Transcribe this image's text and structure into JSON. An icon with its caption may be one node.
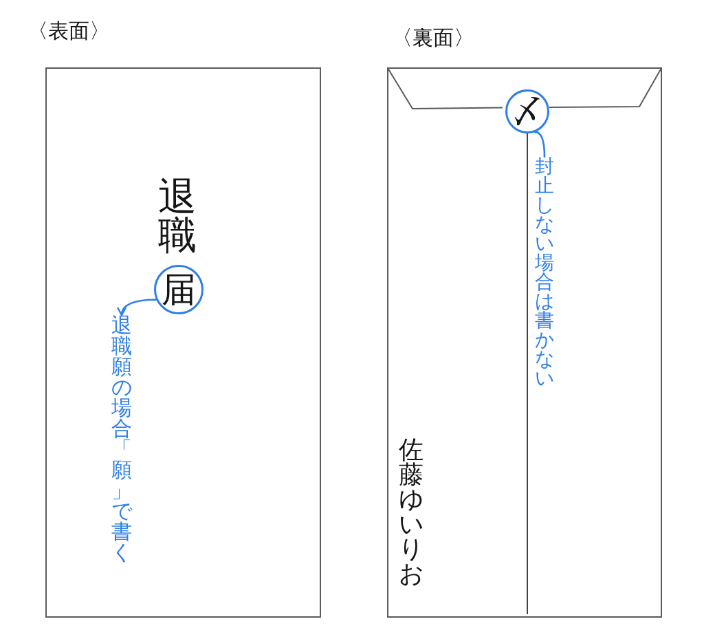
{
  "diagram": {
    "nodes": [
      {
        "text": [
          "〈表面〉",
          "退職"
        ]
      },
      {
        "text": [
          "届"
        ],
        "in": 0
      },
      {
        "text": [
          "退職願の場合「願」で書く"
        ],
        "in": 0
      },
      {
        "text": [
          "〈裏面〉",
          "佐藤ゆいりお"
        ]
      },
      {
        "text": [
          "〆"
        ],
        "in": 3
      },
      {
        "text": [
          "封止しない場合は書かない"
        ],
        "in": 3
      }
    ],
    "edges": [
      {
        "from": 1,
        "to": 2,
        "arrow": "to"
      },
      {
        "from": 4,
        "to": 5,
        "arrow": "none"
      }
    ]
  }
}
